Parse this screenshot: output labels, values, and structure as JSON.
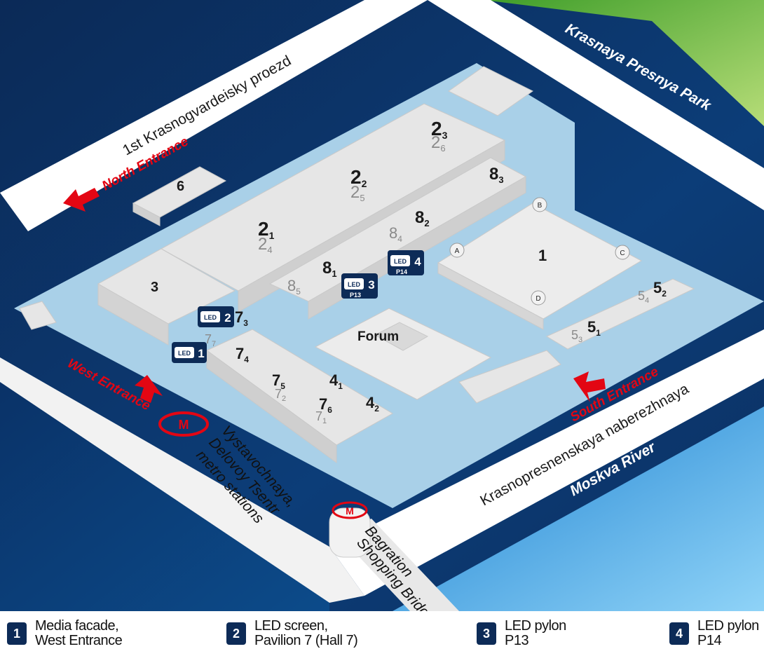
{
  "map": {
    "roads": {
      "north": "1st Krasnogvardeisky proezd",
      "south": "Krasnopresnenskaya naberezhnaya"
    },
    "areas": {
      "park": "Krasnaya Presnya Park",
      "river": "Moskva River",
      "forum": "Forum"
    },
    "entrances": {
      "north": "North Entrance",
      "west": "West Entrance",
      "south": "South Entrance"
    },
    "metro": {
      "line1": "Vystavochnaya,",
      "line2": "Delovoy Tsentr",
      "line3": "metro stations"
    },
    "bridge": {
      "line1": "Bagration",
      "line2": "Shopping Bridge"
    },
    "halls": {
      "h6": "6",
      "h3": "3",
      "h1": "1",
      "h2": "2",
      "h2_1": "1",
      "h2_2": "2",
      "h2_3": "3",
      "h2_4": "4",
      "h2_5": "5",
      "h2_6": "6",
      "h8": "8",
      "h8_1": "1",
      "h8_2": "2",
      "h8_3": "3",
      "h8_4": "4",
      "h8_5": "5",
      "h7": "7",
      "h7_1": "1",
      "h7_2": "2",
      "h7_3": "3",
      "h7_4": "4",
      "h7_5": "5",
      "h7_6": "6",
      "h7_7": "7",
      "h4": "4",
      "h4_1": "1",
      "h4_2": "2",
      "h5": "5",
      "h5_1": "1",
      "h5_2": "2",
      "h5_3": "3",
      "h5_4": "4",
      "corner_a": "A",
      "corner_b": "B",
      "corner_c": "C",
      "corner_d": "D"
    },
    "markers": [
      {
        "num": "1",
        "icon": "LED"
      },
      {
        "num": "2",
        "icon": "LED"
      },
      {
        "num": "3",
        "icon": "LED",
        "sub": "P13"
      },
      {
        "num": "4",
        "icon": "LED",
        "sub": "P14"
      }
    ]
  },
  "legend": [
    {
      "num": "1",
      "line1": "Media facade,",
      "line2": "West Entrance"
    },
    {
      "num": "2",
      "line1": "LED screen,",
      "line2": "Pavilion 7 (Hall 7)"
    },
    {
      "num": "3",
      "line1": "LED pylon",
      "line2": "P13"
    },
    {
      "num": "4",
      "line1": "LED pylon",
      "line2": "P14"
    }
  ],
  "colors": {
    "navy": "#0d2b57",
    "deep_blue": "#083a72",
    "park_green": "#4aa82b",
    "river_blue": "#1e90d6",
    "site_blue": "#a8cfe6",
    "entrance_red": "#e30613",
    "building": "#e4e4e4"
  }
}
